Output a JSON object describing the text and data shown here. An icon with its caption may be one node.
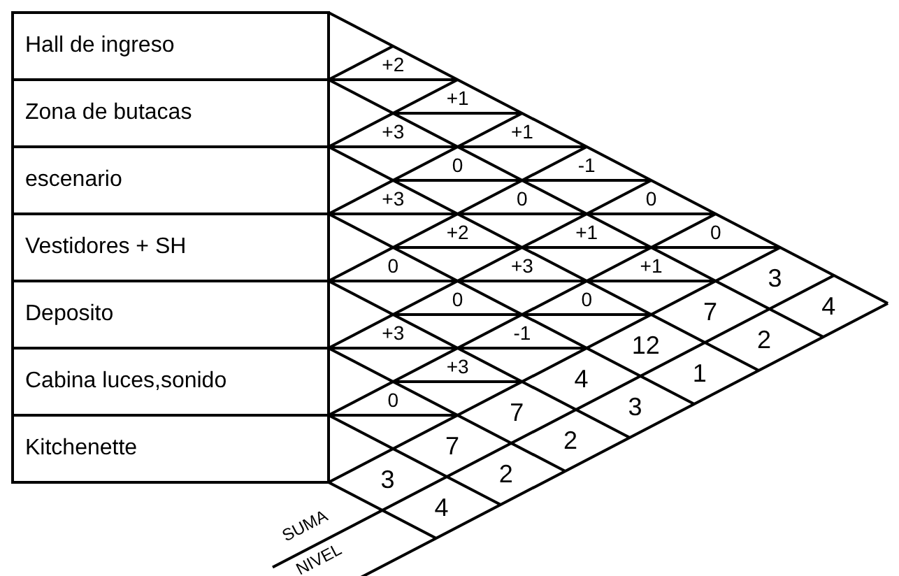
{
  "diagram": {
    "nodes": [
      {
        "text": [
          "Hall de ingreso"
        ]
      },
      {
        "text": [
          "Zona de butacas"
        ]
      },
      {
        "text": [
          "escenario"
        ]
      },
      {
        "text": [
          "Vestidores + SH"
        ]
      },
      {
        "text": [
          "Deposito"
        ]
      },
      {
        "text": [
          "Cabina luces,sonido"
        ]
      },
      {
        "text": [
          "Kitchenette"
        ]
      }
    ],
    "labels": [
      "+2",
      "+1",
      "+3",
      "+1",
      "0",
      "-1",
      "+3",
      "0",
      "0",
      "+2",
      "+1",
      "0",
      "0",
      "+3",
      "+1",
      "3",
      "0",
      "0",
      "7",
      "4",
      "+3",
      "-1",
      "12",
      "2",
      "+3",
      "4",
      "1",
      "0",
      "7",
      "3",
      "7",
      "2",
      "3",
      "2",
      "4",
      "SUMA",
      "NIVEL"
    ]
  }
}
